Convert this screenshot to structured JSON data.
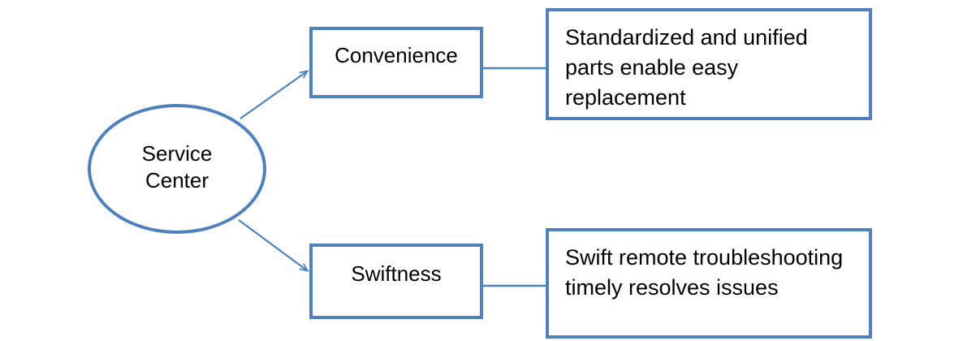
{
  "diagram": {
    "title": "Service Center benefits diagram",
    "colors": {
      "stroke": "#4F81BD",
      "connector": "#4F81BD",
      "fill": "#FFFFFF",
      "text": "#000000"
    },
    "root": {
      "id": "service-center",
      "shape": "ellipse",
      "label": "Service\nCenter"
    },
    "branches": [
      {
        "id": "convenience",
        "shape": "rectangle",
        "label": "Convenience",
        "detail": {
          "id": "convenience-detail",
          "shape": "rectangle",
          "label": "Standardized and unified parts enable easy replacement"
        }
      },
      {
        "id": "swiftness",
        "shape": "rectangle",
        "label": "Swiftness",
        "detail": {
          "id": "swiftness-detail",
          "shape": "rectangle",
          "label": "Swift remote troubleshooting timely resolves issues"
        }
      }
    ],
    "connectors": [
      {
        "id": "arrow-service-center-to-convenience",
        "type": "arrow",
        "from": "service-center",
        "to": "convenience"
      },
      {
        "id": "arrow-service-center-to-swiftness",
        "type": "arrow",
        "from": "service-center",
        "to": "swiftness"
      },
      {
        "id": "line-convenience-to-detail",
        "type": "line",
        "from": "convenience",
        "to": "convenience-detail"
      },
      {
        "id": "line-swiftness-to-detail",
        "type": "line",
        "from": "swiftness",
        "to": "swiftness-detail"
      }
    ]
  }
}
